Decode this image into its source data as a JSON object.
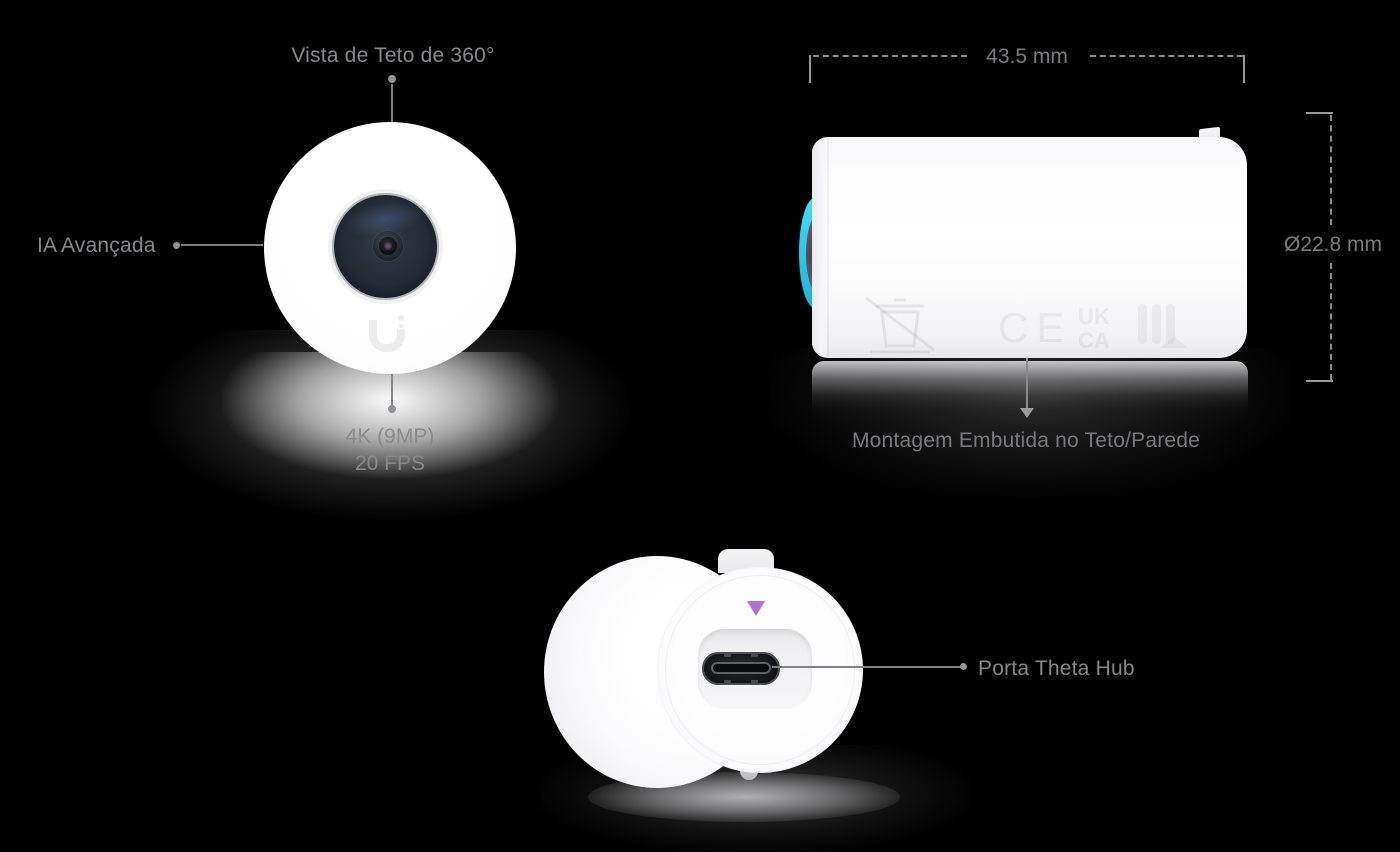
{
  "annotations": {
    "front_top_label": "Vista de Teto de 360°",
    "front_left_label": "IA Avançada",
    "front_spec_line1": "4K (9MP)",
    "front_spec_line2": "20 FPS",
    "side_width_dim": "43.5 mm",
    "side_diameter_dim": "Ø22.8 mm",
    "side_bottom_label": "Montagem Embutida no Teto/Parede",
    "rear_port_label": "Porta Theta Hub"
  },
  "regulatory_marks": {
    "ce": "CE",
    "uk": "UK",
    "ca": "CA"
  },
  "colors": {
    "background": "#000000",
    "label_text": "#88888c",
    "dimension_text": "#7b7b7f",
    "leader_line": "#7c7c80",
    "lens_ring_cyan": "#2ec9e9",
    "port_marker_purple": "#b570d6",
    "device_white": "#ffffff"
  }
}
